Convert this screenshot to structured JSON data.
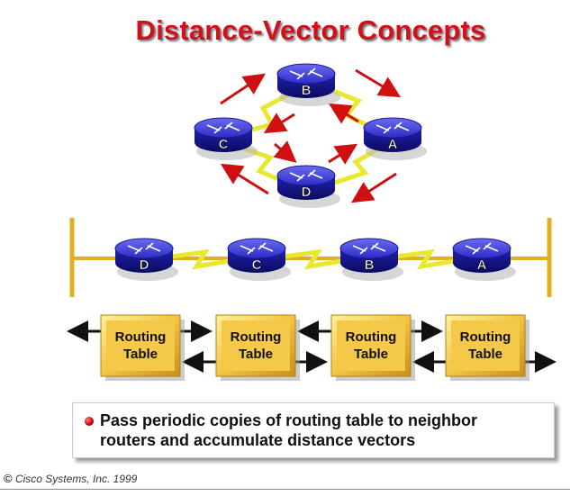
{
  "title": "Distance-Vector Concepts",
  "ring_routers": [
    {
      "label": "B"
    },
    {
      "label": "C"
    },
    {
      "label": "A"
    },
    {
      "label": "D"
    }
  ],
  "bus_routers": [
    {
      "label": "D"
    },
    {
      "label": "C"
    },
    {
      "label": "B"
    },
    {
      "label": "A"
    }
  ],
  "routing_tables": [
    {
      "line1": "Routing",
      "line2": "Table"
    },
    {
      "line1": "Routing",
      "line2": "Table"
    },
    {
      "line1": "Routing",
      "line2": "Table"
    },
    {
      "line1": "Routing",
      "line2": "Table"
    }
  ],
  "bullet_text_line1": "Pass periodic copies of routing table to neighbor",
  "bullet_text_line2": "routers and accumulate distance vectors",
  "copyright_symbol": "©",
  "copyright": "Cisco Systems, Inc. 1999",
  "colors": {
    "title": "#d0101a",
    "router": "#2020c0",
    "link": "#e8e830",
    "arrow": "#d01010",
    "table": "#f0c040"
  }
}
